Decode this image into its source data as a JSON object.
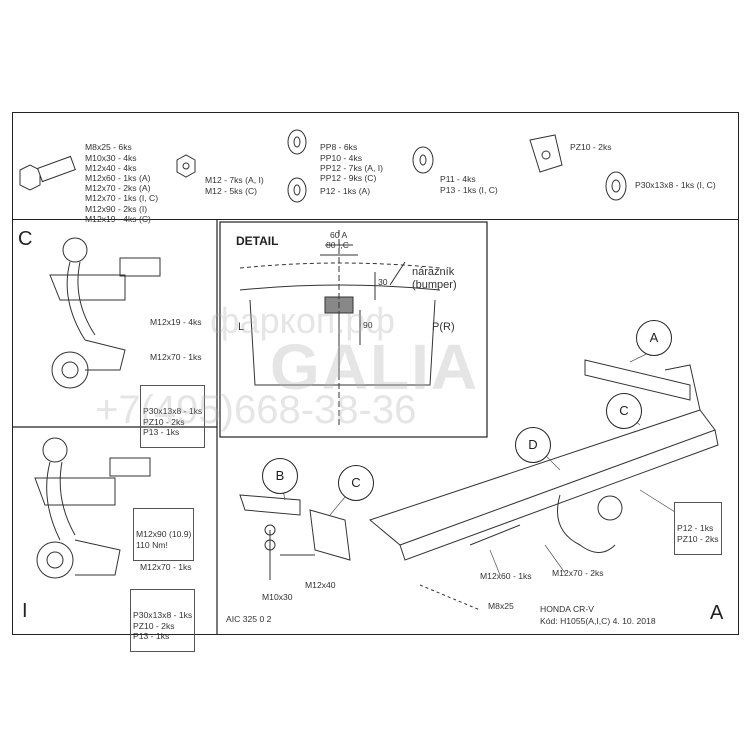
{
  "parts_list": {
    "bolts": [
      "M8x25 - 6ks",
      "M10x30 - 4ks",
      "M12x40 - 4ks",
      "M12x60 - 1ks (A)",
      "M12x70 - 2ks (A)",
      "M12x70 - 1ks (I, C)",
      "M12x90 - 2ks (I)",
      "M12x19 - 4ks (C)"
    ],
    "nuts": [
      "M12 - 7ks (A, I)",
      "M12 - 5ks (C)"
    ],
    "washers_pp": [
      "PP8 - 6ks",
      "PP10 - 4ks",
      "PP12 - 7ks (A, I)",
      "PP12 - 9ks (C)"
    ],
    "washer_p12": "P12 - 1ks (A)",
    "washers_p": [
      "P11 - 4ks",
      "P13 - 1ks (I, C)"
    ],
    "pz10": "PZ10 - 2ks",
    "p30": "P30x13x8 - 1ks (I, C)"
  },
  "panel_c": {
    "letter": "C",
    "callouts": [
      "M12x19 - 4ks",
      "M12x70 - 1ks"
    ],
    "box": [
      "P30x13x8 - 1ks",
      "PZ10 - 2ks",
      "P13 - 1ks"
    ]
  },
  "panel_i": {
    "letter": "I",
    "box1": [
      "M12x90 (10.9)",
      "110 Nm!"
    ],
    "callout": "M12x70 - 1ks",
    "box2": [
      "P30x13x8 - 1ks",
      "PZ10 - 2ks",
      "P13 - 1ks"
    ]
  },
  "detail": {
    "title": "DETAIL",
    "dim_a": "60 A",
    "dim_ic": "80 I,C",
    "bumper_cz": "nárazník",
    "bumper_en": "(bumper)",
    "dim_30": "30",
    "dim_90": "90",
    "left": "L",
    "right": "P(R)"
  },
  "main": {
    "markers": [
      "A",
      "B",
      "C",
      "D",
      "C"
    ],
    "box_right": [
      "P12 - 1ks",
      "PZ10 - 2ks"
    ],
    "callouts": {
      "m12x40": "M12x40",
      "m10x30": "M10x30",
      "m12x60": "M12x60 - 1ks",
      "m12x70": "M12x70 - 2ks",
      "m8x25": "M8x25"
    },
    "code": "AIC 325 0 2",
    "vehicle": "HONDA CR-V",
    "kod": "Kód: H1055(A,I,C)   4. 10. 2018",
    "corner": "A"
  },
  "watermark": {
    "brand": "GALIA",
    "site": "фаркоп.рф",
    "phone": "+7(495)668-38-36"
  }
}
